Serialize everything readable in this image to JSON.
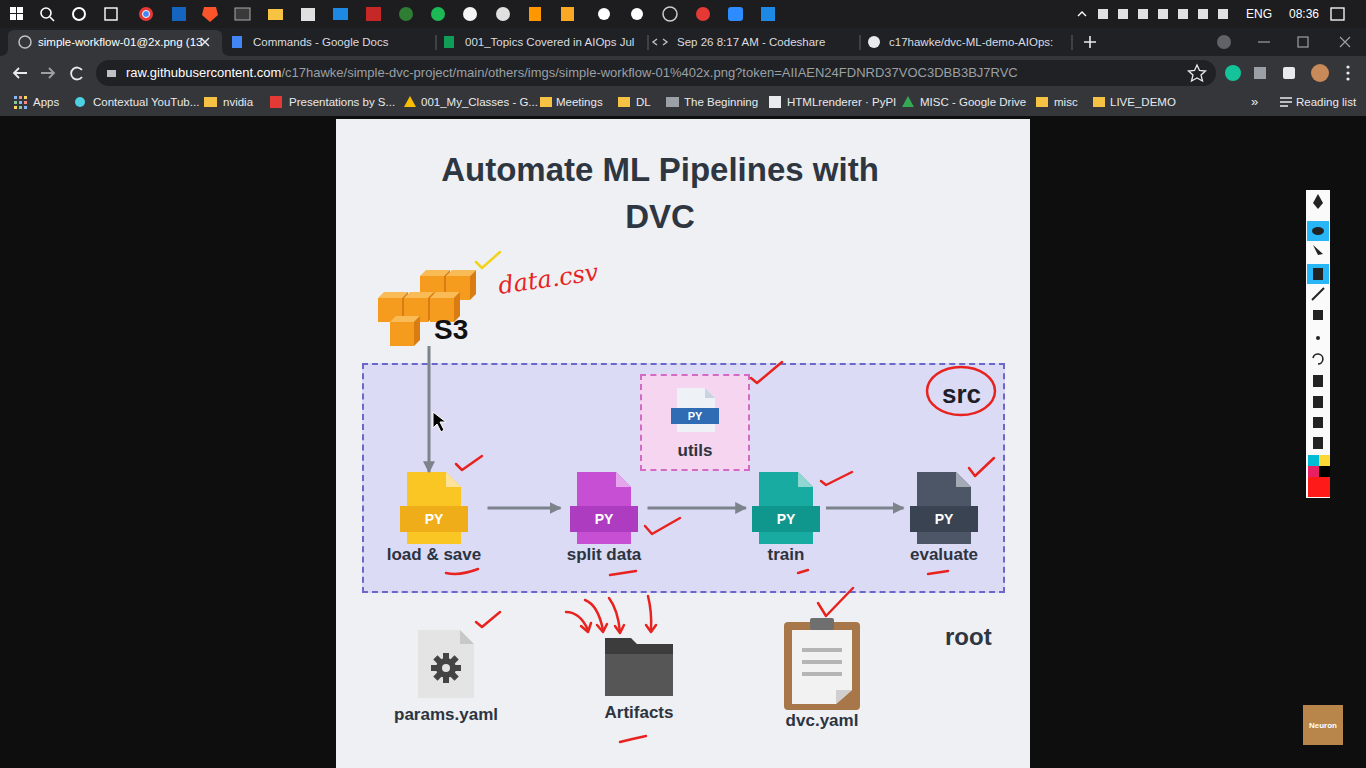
{
  "diagram": {
    "title": "Automate ML Pipelines with DVC",
    "nodes": [
      {
        "text": [
          "S3"
        ]
      },
      {
        "text": [
          "src"
        ]
      },
      {
        "text": [
          "PY",
          "utils"
        ],
        "in": 1
      },
      {
        "text": [
          "PY",
          "load & save"
        ],
        "in": 1
      },
      {
        "text": [
          "PY",
          "split data"
        ],
        "in": 1
      },
      {
        "text": [
          "PY",
          "train"
        ],
        "in": 1
      },
      {
        "text": [
          "PY",
          "evaluate"
        ],
        "in": 1
      },
      {
        "text": [
          "params.yaml"
        ]
      },
      {
        "text": [
          "Artifacts"
        ]
      },
      {
        "text": [
          "dvc.yaml"
        ]
      }
    ],
    "edges": [
      {
        "from": 0,
        "to": 3,
        "arrow": "to"
      },
      {
        "from": 3,
        "to": 4,
        "arrow": "to"
      },
      {
        "from": 4,
        "to": 5,
        "arrow": "to"
      },
      {
        "from": 5,
        "to": 6,
        "arrow": "to"
      }
    ],
    "labels": [
      "simple-workflow-01@2x.png (13",
      "Commands - Google Docs",
      "001_Topics Covered in AIOps Jul",
      "Sep 26 8:17 AM - Codeshare",
      "c17hawke/dvc-ML-demo-AIOps:",
      "raw.githubusercontent.com",
      "/c17hawke/simple-dvc-project/main/others/imgs/simple-workflow-01%402x.png?token=AIIAEN24FDNRD37VOC3DBB3BJ7RVC",
      "Apps",
      "Contextual YouTub...",
      "nvidia",
      "Presentations by S...",
      "001_My_Classes - G...",
      "Meetings",
      "DL",
      "The Beginning",
      "HTMLrenderer · PyPI",
      "MISC - Google Drive",
      "misc",
      "LIVE_DEMO",
      "»",
      "Reading list",
      "ENG",
      "08:36",
      "data.csv",
      "root",
      "Neuron"
    ]
  }
}
